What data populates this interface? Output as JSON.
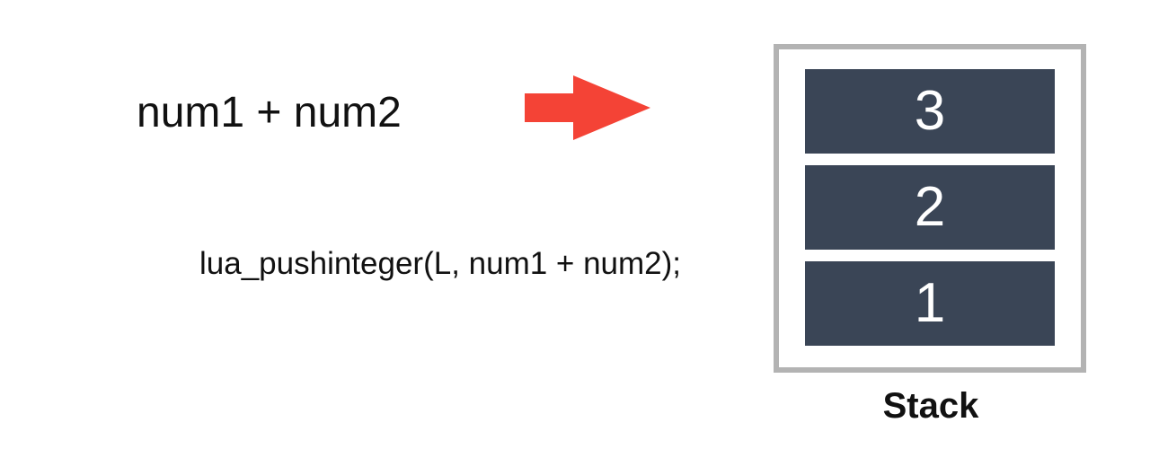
{
  "expression": "num1 + num2",
  "code_line": "lua_pushinteger(L, num1 + num2);",
  "stack": {
    "label": "Stack",
    "slots": [
      "3",
      "2",
      "1"
    ]
  },
  "arrow": {
    "icon": "right-arrow-icon",
    "color": "#f44336"
  },
  "colors": {
    "slot_fill": "#3a4556",
    "frame_border": "#b3b3b3"
  }
}
